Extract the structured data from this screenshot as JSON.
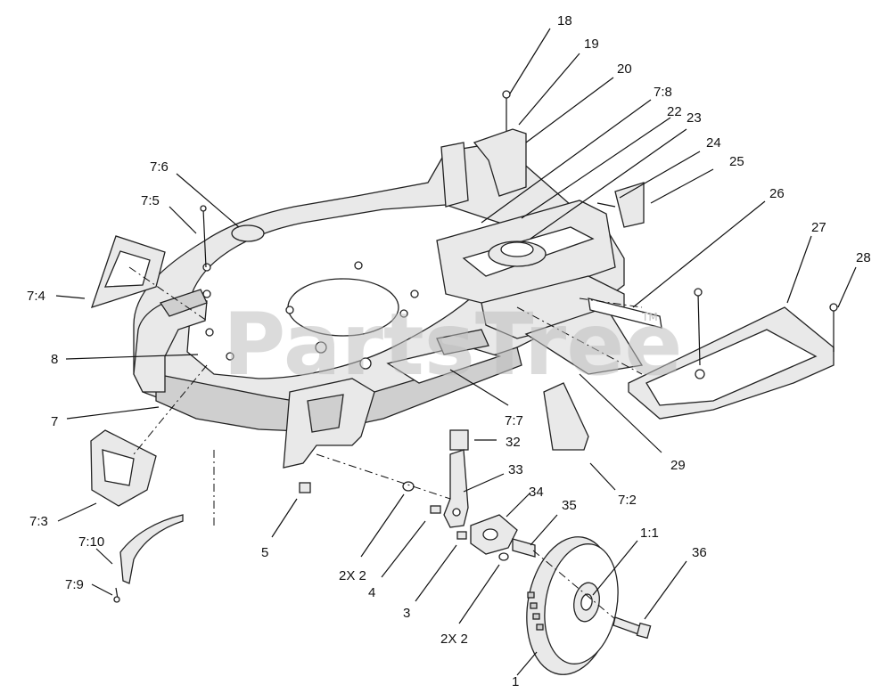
{
  "diagram": {
    "watermark": "PartsTree",
    "watermark_tm": "TM",
    "callouts": [
      "18",
      "19",
      "20",
      "7:8",
      "22",
      "23",
      "24",
      "25",
      "26",
      "27",
      "28",
      "7:6",
      "7:5",
      "7:4",
      "8",
      "7",
      "7:3",
      "7:10",
      "7:9",
      "5",
      "2X 2",
      "4",
      "3",
      "2X 2",
      "1",
      "1:1",
      "35",
      "34",
      "33",
      "32",
      "7:7",
      "7:2",
      "29",
      "36"
    ]
  }
}
